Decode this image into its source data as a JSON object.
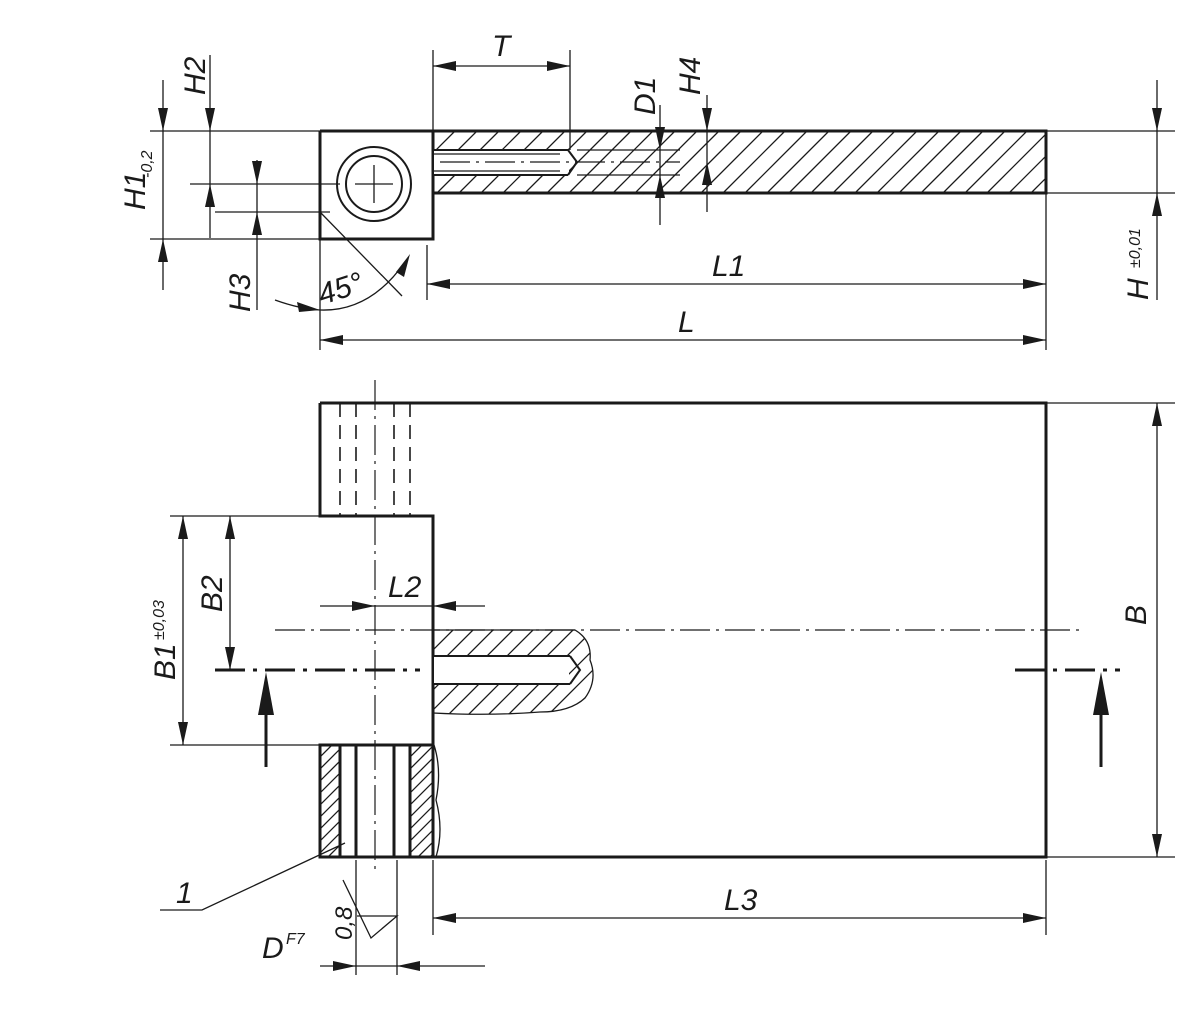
{
  "labels": {
    "T": "T",
    "D1": "D1",
    "H4": "H4",
    "H2": "H2",
    "H1": "H1",
    "H1_tol": "-0,2",
    "H3": "H3",
    "angle": "45°",
    "L1": "L1",
    "L": "L",
    "H": "H",
    "H_tol": "±0,01",
    "B": "B",
    "B1": "B1",
    "B1_tol": "±0,03",
    "B2": "B2",
    "L2": "L2",
    "L3": "L3",
    "item": "1",
    "roughness": "0,8",
    "D": "D",
    "D_fit": "F7"
  }
}
